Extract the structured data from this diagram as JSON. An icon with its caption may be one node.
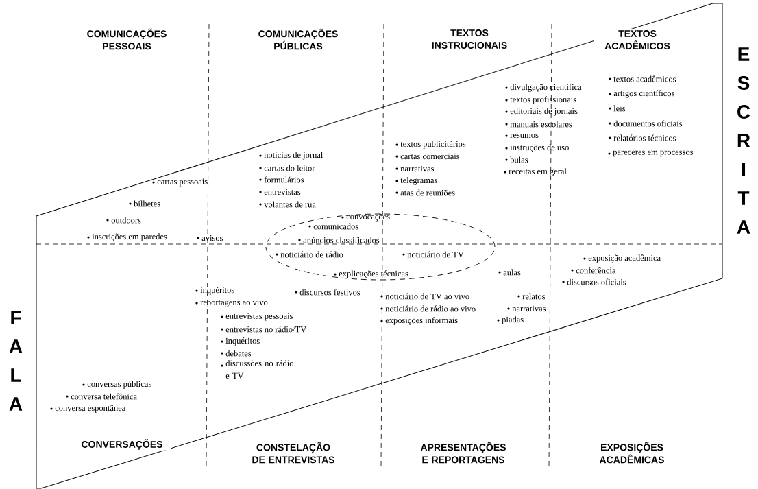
{
  "diagram": {
    "nodes": [
      {
        "text": [
          "convocações",
          "comunicados",
          "anúncios classificados",
          "noticiário de rádio",
          "noticiário de TV",
          "explicações técnicas"
        ]
      }
    ],
    "labels": [
      "COMUNICAÇÕES PESSOAIS",
      "COMUNICAÇÕES PÚBLICAS",
      "TEXTOS INSTRUCIONAIS",
      "TEXTOS ACADÊMICOS",
      "ESCRITA",
      "textos acadêmicos",
      "divulgação científica",
      "artigos científicos",
      "textos profissionais",
      "leis",
      "editoriais de jornais",
      "documentos oficiais",
      "manuais escolares",
      "relatórios técnicos",
      "resumos",
      "textos publicitários",
      "instruções de uso",
      "pareceres em processos",
      "notícias de jornal",
      "cartas comerciais",
      "bulas",
      "cartas do leitor",
      "narrativas",
      "receitas em geral",
      "formulários",
      "telegramas",
      "cartas pessoais",
      "entrevistas",
      "atas de reuniões",
      "volantes de rua",
      "bilhetes",
      "outdoors",
      "inscrições em paredes",
      "avisos",
      "exposição acadêmica",
      "conferência",
      "aulas",
      "discursos oficiais",
      "inquéritos",
      "discursos festivos",
      "noticiário de TV ao vivo",
      "relatos",
      "reportagens ao vivo",
      "noticiário de rádio ao vivo",
      "narrativas",
      "entrevistas pessoais",
      "exposições informais",
      "piadas",
      "entrevistas no rádio/TV",
      "FALA",
      "inquéritos",
      "debates",
      "discussões no rádio e TV",
      "conversas públicas",
      "conversa telefônica",
      "conversa espontânea",
      "CONVERSAÇÕES",
      "CONSTELAÇÃO DE ENTREVISTAS",
      "APRESENTAÇÕES E REPORTAGENS",
      "EXPOSIÇÕES ACADÊMICAS"
    ]
  }
}
